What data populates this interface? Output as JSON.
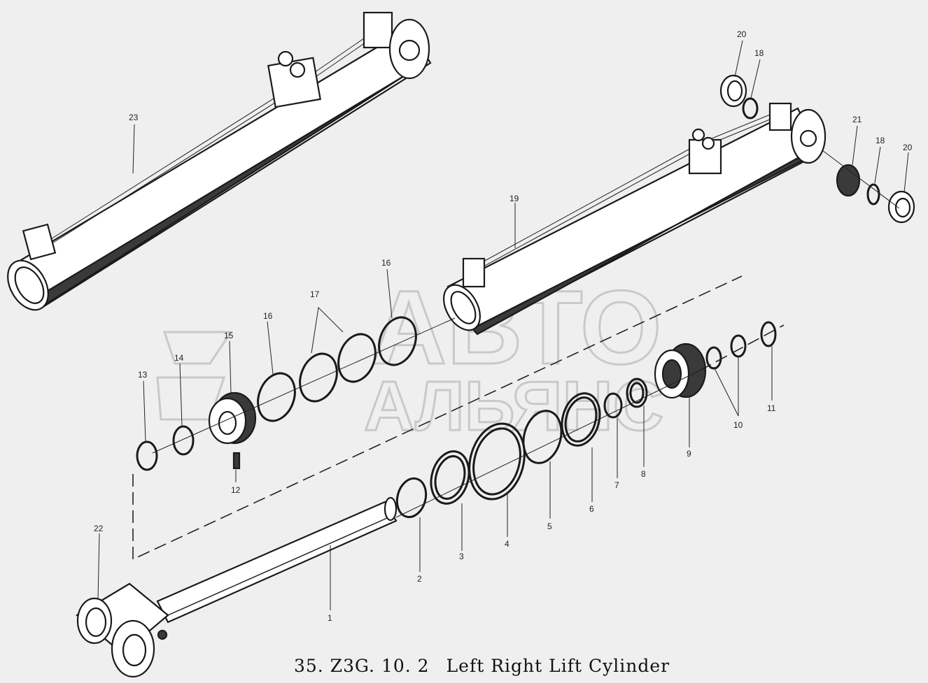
{
  "caption": {
    "code": "35. Z3G. 10. 2",
    "title": "Left Right Lift Cylinder"
  },
  "watermark": {
    "line1": "АВТО",
    "line2": "АЛЬЯНС"
  },
  "callouts": [
    "1",
    "2",
    "3",
    "4",
    "5",
    "6",
    "7",
    "8",
    "9",
    "10",
    "10",
    "11",
    "12",
    "13",
    "14",
    "15",
    "16",
    "16",
    "17",
    "18",
    "18",
    "19",
    "20",
    "20",
    "21",
    "22",
    "23"
  ]
}
